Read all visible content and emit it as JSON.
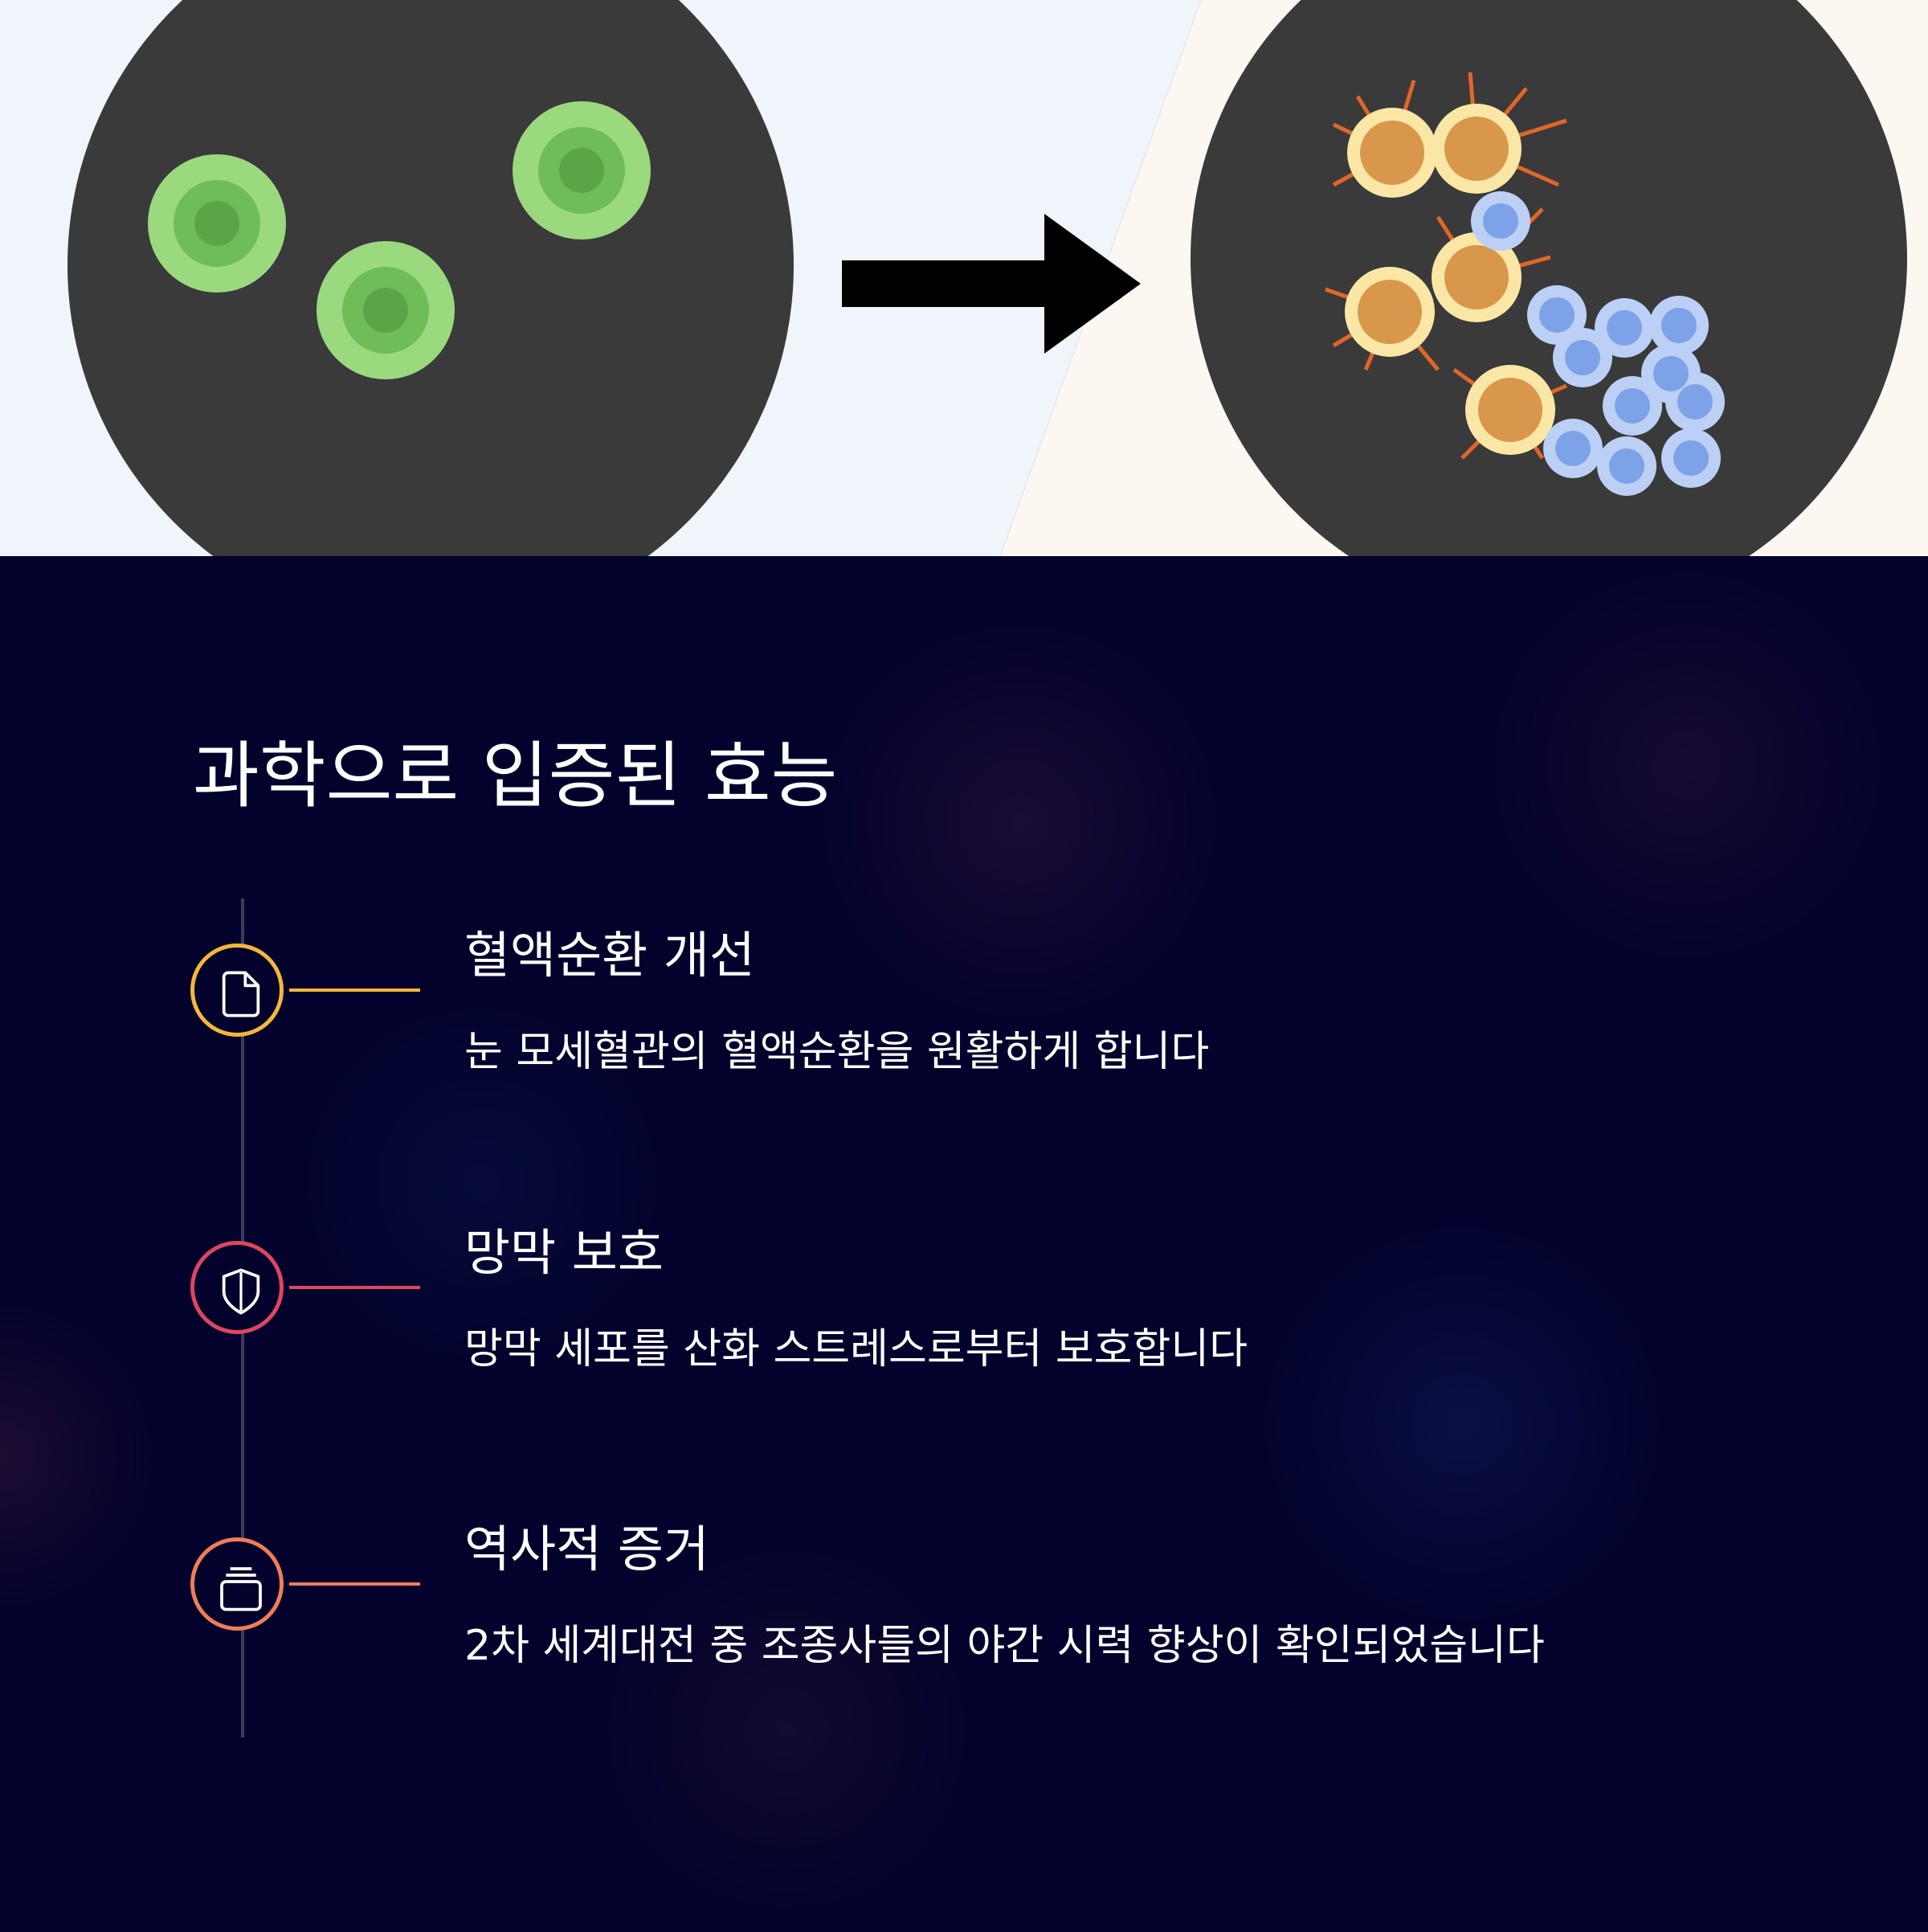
{
  "section": {
    "title": "과학으로 입증된 효능"
  },
  "benefits": [
    {
      "icon": "document-icon",
      "color": "#f6b63a",
      "title": "혈액순환 개선",
      "description": "눈 모세혈관의 혈액순환을 원활하게 합니다"
    },
    {
      "icon": "shield-icon",
      "color": "#e0455f",
      "title": "망막 보호",
      "description": "망막 세포를 산화 스트레스로부터 보호합니다"
    },
    {
      "icon": "archive-icon",
      "color": "#ee7d5a",
      "title": "역사적 증거",
      "description": "2차 세계대전 중 조종사들의 야간 시력 향상이 확인되었습니다"
    }
  ],
  "illustration": {
    "left_panel": "healthy-cells",
    "arrow": "arrow-right-icon",
    "right_panel": "immune-cells",
    "colors": {
      "disc": "#3a3a3a",
      "green_cell": "#9bd97f",
      "orange_cell": "#d8974b",
      "blue_cell": "#7ea2e8"
    }
  }
}
